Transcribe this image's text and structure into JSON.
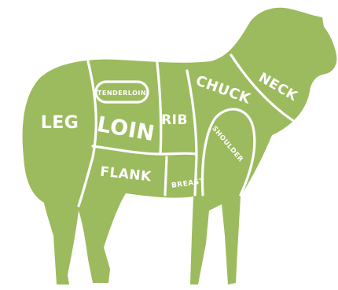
{
  "colors": {
    "body": "#9cbb5e",
    "lines": "#ffffff",
    "background": "#ffffff"
  },
  "cuts": {
    "leg": "LEG",
    "tenderloin": "TENDERLOIN",
    "loin": "LOIN",
    "rib": "RIB",
    "chuck": "CHUCK",
    "neck": "NECK",
    "shoulder": "SHOULDER",
    "flank": "FLANK",
    "breast": "BREAST"
  }
}
